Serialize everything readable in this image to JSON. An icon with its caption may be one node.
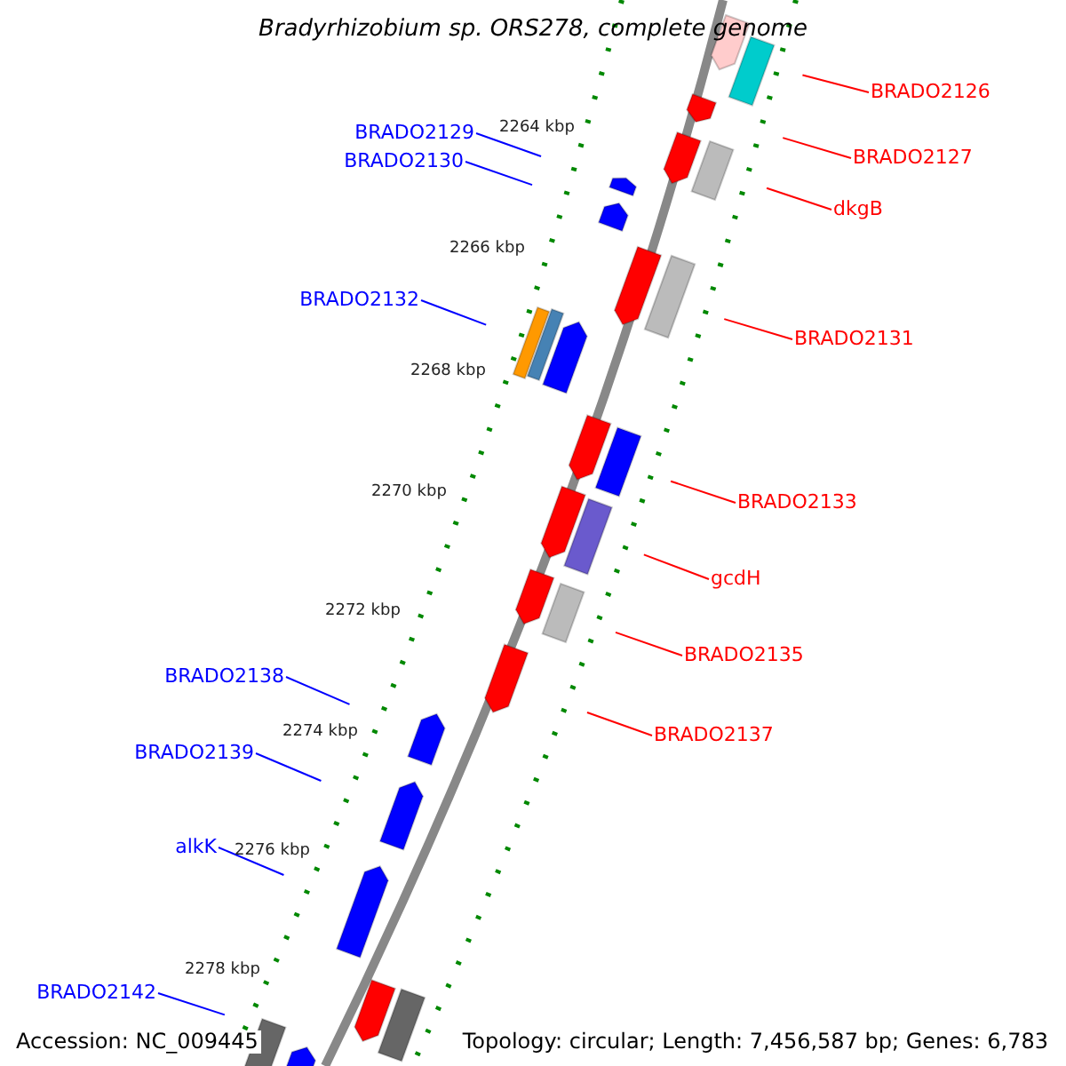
{
  "diagram": {
    "title": "Bradyrhizobium sp. ORS278, complete genome",
    "nodes": [
      {
        "text": [
          "BRADO2126"
        ]
      },
      {
        "text": [
          "BRADO2129"
        ]
      },
      {
        "text": [
          "BRADO2130"
        ]
      },
      {
        "text": [
          "BRADO2127"
        ]
      },
      {
        "text": [
          "dkgB"
        ]
      },
      {
        "text": [
          "BRADO2132"
        ]
      },
      {
        "text": [
          "BRADO2131"
        ]
      },
      {
        "text": [
          "BRADO2133"
        ]
      },
      {
        "text": [
          "gcdH"
        ]
      },
      {
        "text": [
          "BRADO2135"
        ]
      },
      {
        "text": [
          "BRADO2138"
        ]
      },
      {
        "text": [
          "BRADO2137"
        ]
      },
      {
        "text": [
          "BRADO2139"
        ]
      },
      {
        "text": [
          "alkK"
        ]
      },
      {
        "text": [
          "BRADO2142"
        ]
      }
    ],
    "edges": [
      {
        "from": 0,
        "to": null,
        "arrow": "none"
      },
      {
        "from": 1,
        "to": null,
        "arrow": "none",
        "color": "#0000ff"
      },
      {
        "from": 2,
        "to": null,
        "arrow": "none",
        "color": "#0000ff"
      },
      {
        "from": 3,
        "to": null,
        "arrow": "none"
      },
      {
        "from": 4,
        "to": null,
        "arrow": "none"
      },
      {
        "from": 5,
        "to": null,
        "arrow": "none",
        "color": "#0000ff"
      },
      {
        "from": 6,
        "to": null,
        "arrow": "none"
      },
      {
        "from": 7,
        "to": null,
        "arrow": "none"
      },
      {
        "from": 8,
        "to": null,
        "arrow": "none"
      },
      {
        "from": 9,
        "to": null,
        "arrow": "none"
      },
      {
        "from": 10,
        "to": null,
        "arrow": "none",
        "color": "#0000ff"
      },
      {
        "from": 11,
        "to": null,
        "arrow": "none"
      },
      {
        "from": 12,
        "to": null,
        "arrow": "none",
        "color": "#0000ff"
      },
      {
        "from": 13,
        "to": null,
        "arrow": "none",
        "color": "#0000ff"
      },
      {
        "from": 14,
        "to": null,
        "arrow": "none",
        "color": "#0000ff"
      }
    ],
    "labels": [
      "2264 kbp",
      "2266 kbp",
      "2268 kbp",
      "2270 kbp",
      "2272 kbp",
      "2274 kbp",
      "2276 kbp",
      "2278 kbp",
      "Accession: NC_009445",
      "Topology: circular; Length: 7,456,587 bp; Genes: 6,783"
    ]
  }
}
